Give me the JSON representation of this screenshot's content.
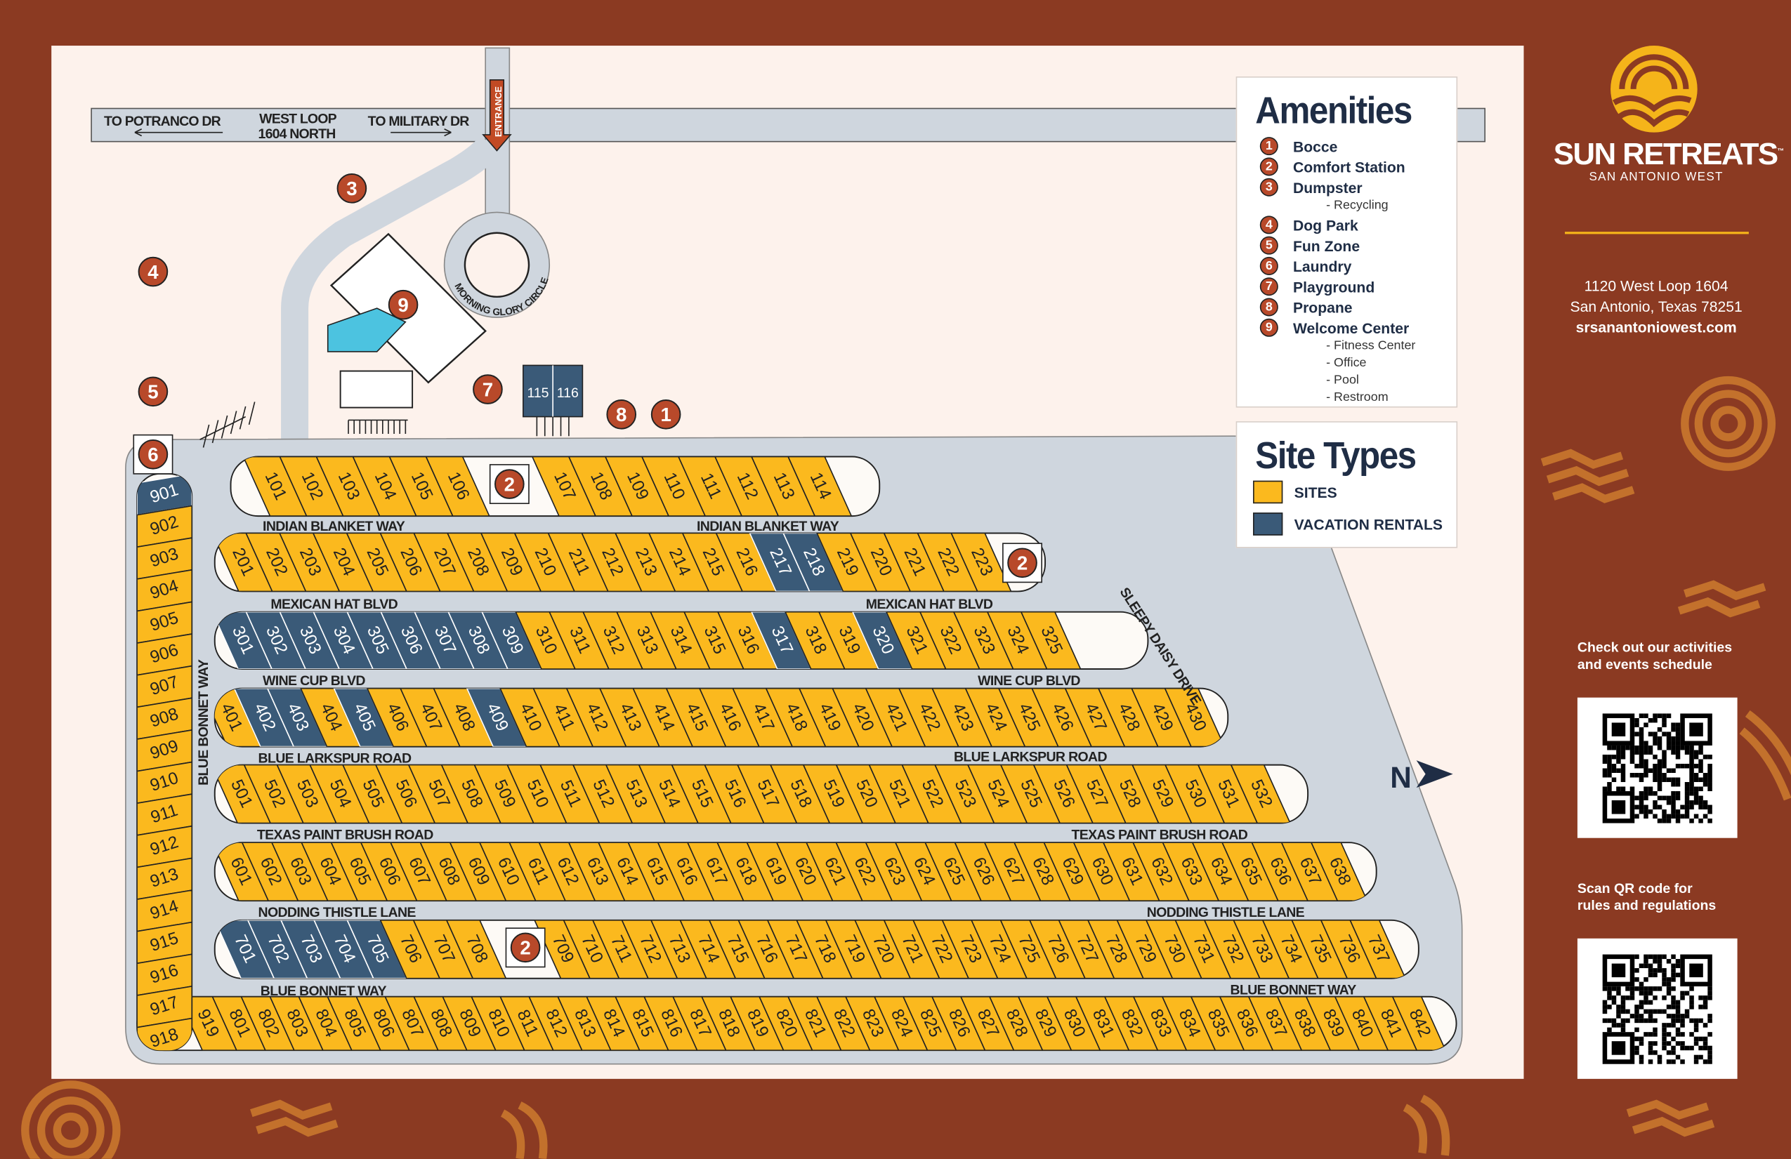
{
  "header_road": {
    "left": "TO POTRANCO DR",
    "center_line1": "WEST LOOP",
    "center_line2": "1604 NORTH",
    "right": "TO MILITARY DR",
    "entrance": "ENTRANCE"
  },
  "circle_label": "MORNING GLORY CIRCLE",
  "roads": {
    "indian_blanket": "INDIAN BLANKET WAY",
    "mexican_hat": "MEXICAN HAT BLVD",
    "wine_cup": "WINE CUP BLVD",
    "blue_larkspur": "BLUE LARKSPUR ROAD",
    "texas_paint_brush": "TEXAS PAINT BRUSH ROAD",
    "nodding_thistle": "NODDING THISTLE LANE",
    "blue_bonnet": "BLUE BONNET WAY",
    "sleepy_daisy": "SLEEPY DAISY DRIVE"
  },
  "rental_building": [
    "115",
    "116"
  ],
  "markers": [
    "3",
    "4",
    "9",
    "5",
    "7",
    "6",
    "8",
    "1",
    "2",
    "2",
    "2"
  ],
  "compass": "N",
  "rows": [
    {
      "segments": [
        {
          "start": 101,
          "end": 106
        },
        {
          "start": 107,
          "end": 114
        }
      ],
      "rentals": []
    },
    {
      "segments": [
        {
          "start": 201,
          "end": 223
        }
      ],
      "rentals": [
        217,
        218
      ]
    },
    {
      "segments": [
        {
          "start": 301,
          "end": 325
        }
      ],
      "rentals": [
        301,
        302,
        303,
        304,
        305,
        306,
        307,
        308,
        309,
        317,
        320
      ]
    },
    {
      "segments": [
        {
          "start": 401,
          "end": 430
        }
      ],
      "rentals": [
        402,
        403,
        405,
        409
      ]
    },
    {
      "segments": [
        {
          "start": 501,
          "end": 532
        }
      ],
      "rentals": []
    },
    {
      "segments": [
        {
          "start": 601,
          "end": 638
        }
      ],
      "rentals": []
    },
    {
      "segments": [
        {
          "start": 701,
          "end": 708
        },
        {
          "start": 709,
          "end": 737
        }
      ],
      "rentals": [
        701,
        702,
        703,
        704,
        705
      ]
    },
    {
      "segments": [
        {
          "start": 919,
          "end": 919
        },
        {
          "start": 801,
          "end": 842
        }
      ],
      "rentals": []
    }
  ],
  "column": {
    "start": 901,
    "end": 918,
    "rentals": [
      901
    ]
  },
  "amenities": {
    "title": "Amenities",
    "items": [
      {
        "num": "1",
        "label": "Bocce",
        "subs": []
      },
      {
        "num": "2",
        "label": "Comfort Station",
        "subs": []
      },
      {
        "num": "3",
        "label": "Dumpster",
        "subs": [
          "- Recycling"
        ]
      },
      {
        "num": "4",
        "label": "Dog Park",
        "subs": []
      },
      {
        "num": "5",
        "label": "Fun Zone",
        "subs": []
      },
      {
        "num": "6",
        "label": "Laundry",
        "subs": []
      },
      {
        "num": "7",
        "label": "Playground",
        "subs": []
      },
      {
        "num": "8",
        "label": "Propane",
        "subs": []
      },
      {
        "num": "9",
        "label": "Welcome Center",
        "subs": [
          "- Fitness Center",
          "- Office",
          "- Pool",
          "- Restroom"
        ]
      }
    ]
  },
  "site_types": {
    "title": "Site Types",
    "items": [
      {
        "label": "SITES",
        "color": "#fbb91e"
      },
      {
        "label": "VACATION RENTALS",
        "color": "#3a5a78"
      }
    ]
  },
  "brand": {
    "name": "SUN RETREATS",
    "tm": "™",
    "location": "SAN ANTONIO WEST"
  },
  "panel": {
    "address_line1": "1120 West Loop 1604",
    "address_line2": "San Antonio, Texas 78251",
    "website": "srsanantoniowest.com",
    "activities_line1": "Check out our activities",
    "activities_line2": "and events schedule",
    "rules_line1": "Scan QR code for",
    "rules_line2": "rules and regulations"
  },
  "colors": {
    "site": "#fbb91e",
    "rental": "#3a5a78",
    "road": "#cfd6de",
    "marker": "#b8492a",
    "background": "#8b3a22",
    "map": "#fdf2ec"
  }
}
